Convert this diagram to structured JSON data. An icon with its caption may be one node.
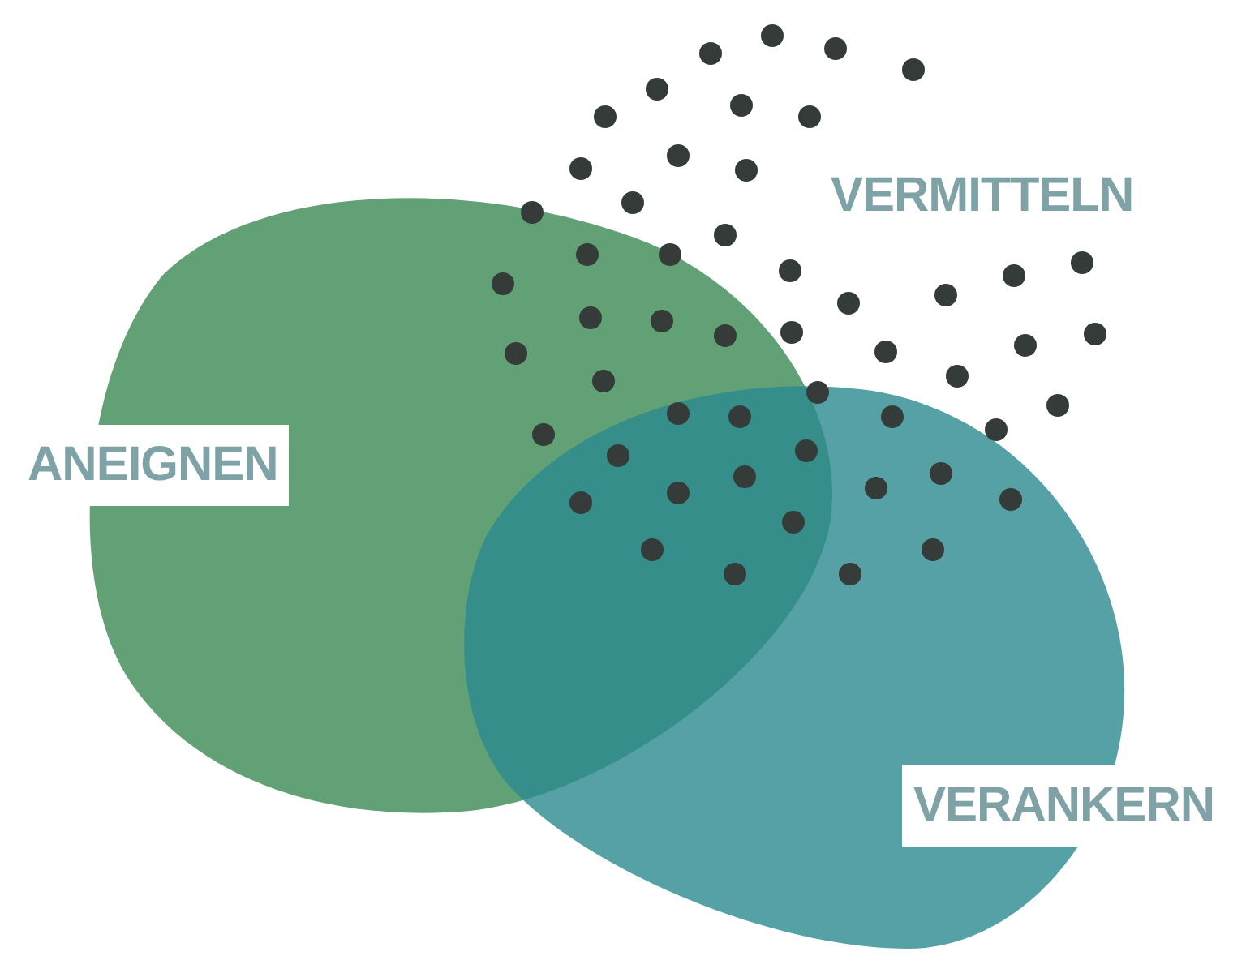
{
  "diagram": {
    "nodes": [
      {
        "text": [
          "ANEIGNEN"
        ]
      },
      {
        "text": [
          "VERMITTELN"
        ]
      },
      {
        "text": [
          "VERANKERN"
        ]
      }
    ]
  }
}
